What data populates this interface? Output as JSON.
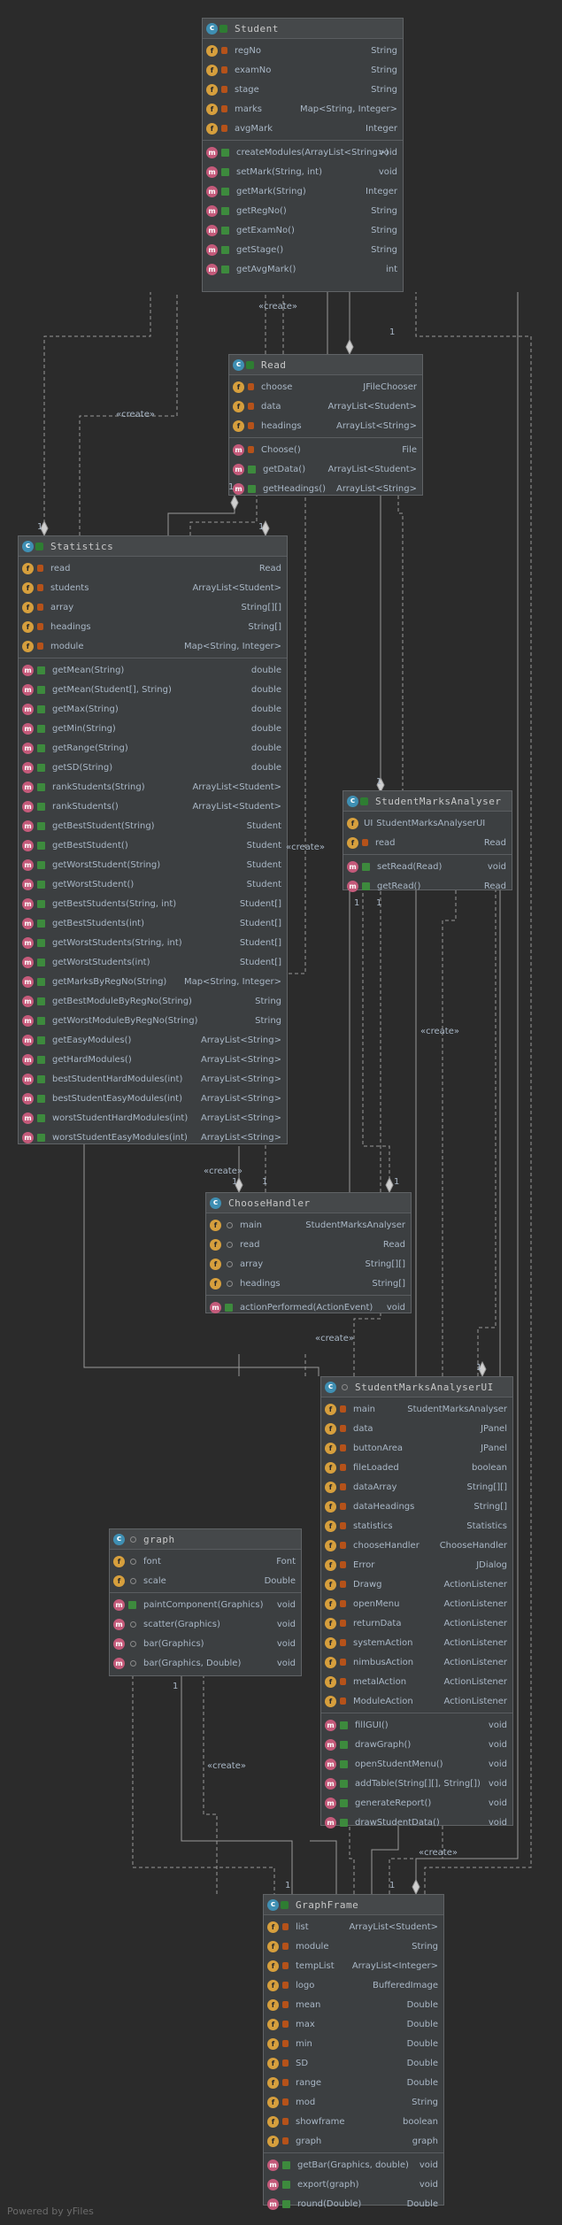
{
  "classes": {
    "student": {
      "name": "Student",
      "fields": [
        {
          "name": "regNo",
          "type": "String"
        },
        {
          "name": "examNo",
          "type": "String"
        },
        {
          "name": "stage",
          "type": "String"
        },
        {
          "name": "marks",
          "type": "Map<String, Integer>"
        },
        {
          "name": "avgMark",
          "type": "Integer"
        }
      ],
      "methods": [
        {
          "name": "createModules(ArrayList<String>)",
          "type": "void"
        },
        {
          "name": "setMark(String, int)",
          "type": "void"
        },
        {
          "name": "getMark(String)",
          "type": "Integer"
        },
        {
          "name": "getRegNo()",
          "type": "String"
        },
        {
          "name": "getExamNo()",
          "type": "String"
        },
        {
          "name": "getStage()",
          "type": "String"
        },
        {
          "name": "getAvgMark()",
          "type": "int"
        }
      ]
    },
    "read": {
      "name": "Read",
      "fields": [
        {
          "name": "choose",
          "type": "JFileChooser"
        },
        {
          "name": "data",
          "type": "ArrayList<Student>"
        },
        {
          "name": "headings",
          "type": "ArrayList<String>"
        }
      ],
      "methods": [
        {
          "name": "Choose()",
          "type": "File"
        },
        {
          "name": "getData()",
          "type": "ArrayList<Student>"
        },
        {
          "name": "getHeadings()",
          "type": "ArrayList<String>"
        }
      ]
    },
    "statistics": {
      "name": "Statistics",
      "fields": [
        {
          "name": "read",
          "type": "Read"
        },
        {
          "name": "students",
          "type": "ArrayList<Student>"
        },
        {
          "name": "array",
          "type": "String[][]"
        },
        {
          "name": "headings",
          "type": "String[]"
        },
        {
          "name": "module",
          "type": "Map<String, Integer>"
        }
      ],
      "methods": [
        {
          "name": "getMean(String)",
          "type": "double"
        },
        {
          "name": "getMean(Student[], String)",
          "type": "double"
        },
        {
          "name": "getMax(String)",
          "type": "double"
        },
        {
          "name": "getMin(String)",
          "type": "double"
        },
        {
          "name": "getRange(String)",
          "type": "double"
        },
        {
          "name": "getSD(String)",
          "type": "double"
        },
        {
          "name": "rankStudents(String)",
          "type": "ArrayList<Student>"
        },
        {
          "name": "rankStudents()",
          "type": "ArrayList<Student>"
        },
        {
          "name": "getBestStudent(String)",
          "type": "Student"
        },
        {
          "name": "getBestStudent()",
          "type": "Student"
        },
        {
          "name": "getWorstStudent(String)",
          "type": "Student"
        },
        {
          "name": "getWorstStudent()",
          "type": "Student"
        },
        {
          "name": "getBestStudents(String, int)",
          "type": "Student[]"
        },
        {
          "name": "getBestStudents(int)",
          "type": "Student[]"
        },
        {
          "name": "getWorstStudents(String, int)",
          "type": "Student[]"
        },
        {
          "name": "getWorstStudents(int)",
          "type": "Student[]"
        },
        {
          "name": "getMarksByRegNo(String)",
          "type": "Map<String, Integer>"
        },
        {
          "name": "getBestModuleByRegNo(String)",
          "type": "String"
        },
        {
          "name": "getWorstModuleByRegNo(String)",
          "type": "String"
        },
        {
          "name": "getEasyModules()",
          "type": "ArrayList<String>"
        },
        {
          "name": "getHardModules()",
          "type": "ArrayList<String>"
        },
        {
          "name": "bestStudentHardModules(int)",
          "type": "ArrayList<String>"
        },
        {
          "name": "bestStudentEasyModules(int)",
          "type": "ArrayList<String>"
        },
        {
          "name": "worstStudentHardModules(int)",
          "type": "ArrayList<String>"
        },
        {
          "name": "worstStudentEasyModules(int)",
          "type": "ArrayList<String>"
        }
      ]
    },
    "analyser": {
      "name": "StudentMarksAnalyser",
      "fields": [
        {
          "name": "UI",
          "type": "StudentMarksAnalyserUI"
        },
        {
          "name": "read",
          "type": "Read"
        }
      ],
      "methods": [
        {
          "name": "setRead(Read)",
          "type": "void"
        },
        {
          "name": "getRead()",
          "type": "Read"
        }
      ]
    },
    "chooseHandler": {
      "name": "ChooseHandler",
      "fields": [
        {
          "name": "main",
          "type": "StudentMarksAnalyser"
        },
        {
          "name": "read",
          "type": "Read"
        },
        {
          "name": "array",
          "type": "String[][]"
        },
        {
          "name": "headings",
          "type": "String[]"
        }
      ],
      "methods": [
        {
          "name": "actionPerformed(ActionEvent)",
          "type": "void"
        }
      ]
    },
    "ui": {
      "name": "StudentMarksAnalyserUI",
      "fields": [
        {
          "name": "main",
          "type": "StudentMarksAnalyser"
        },
        {
          "name": "data",
          "type": "JPanel"
        },
        {
          "name": "buttonArea",
          "type": "JPanel"
        },
        {
          "name": "fileLoaded",
          "type": "boolean"
        },
        {
          "name": "dataArray",
          "type": "String[][]"
        },
        {
          "name": "dataHeadings",
          "type": "String[]"
        },
        {
          "name": "statistics",
          "type": "Statistics"
        },
        {
          "name": "chooseHandler",
          "type": "ChooseHandler"
        },
        {
          "name": "Error",
          "type": "JDialog"
        },
        {
          "name": "Drawg",
          "type": "ActionListener"
        },
        {
          "name": "openMenu",
          "type": "ActionListener"
        },
        {
          "name": "returnData",
          "type": "ActionListener"
        },
        {
          "name": "systemAction",
          "type": "ActionListener"
        },
        {
          "name": "nimbusAction",
          "type": "ActionListener"
        },
        {
          "name": "metalAction",
          "type": "ActionListener"
        },
        {
          "name": "ModuleAction",
          "type": "ActionListener"
        }
      ],
      "methods": [
        {
          "name": "fillGUI()",
          "type": "void"
        },
        {
          "name": "drawGraph()",
          "type": "void"
        },
        {
          "name": "openStudentMenu()",
          "type": "void"
        },
        {
          "name": "addTable(String[][], String[])",
          "type": "void"
        },
        {
          "name": "generateReport()",
          "type": "void"
        },
        {
          "name": "drawStudentData()",
          "type": "void"
        }
      ]
    },
    "graph": {
      "name": "graph",
      "fields": [
        {
          "name": "font",
          "type": "Font"
        },
        {
          "name": "scale",
          "type": "Double"
        }
      ],
      "methods": [
        {
          "name": "paintComponent(Graphics)",
          "type": "void"
        },
        {
          "name": "scatter(Graphics)",
          "type": "void"
        },
        {
          "name": "bar(Graphics)",
          "type": "void"
        },
        {
          "name": "bar(Graphics, Double)",
          "type": "void"
        }
      ]
    },
    "graphFrame": {
      "name": "GraphFrame",
      "fields": [
        {
          "name": "list",
          "type": "ArrayList<Student>"
        },
        {
          "name": "module",
          "type": "String"
        },
        {
          "name": "tempList",
          "type": "ArrayList<Integer>"
        },
        {
          "name": "logo",
          "type": "BufferedImage"
        },
        {
          "name": "mean",
          "type": "Double"
        },
        {
          "name": "max",
          "type": "Double"
        },
        {
          "name": "min",
          "type": "Double"
        },
        {
          "name": "SD",
          "type": "Double"
        },
        {
          "name": "range",
          "type": "Double"
        },
        {
          "name": "mod",
          "type": "String"
        },
        {
          "name": "showframe",
          "type": "boolean"
        },
        {
          "name": "graph",
          "type": "graph"
        }
      ],
      "methods": [
        {
          "name": "getBar(Graphics, double)",
          "type": "void"
        },
        {
          "name": "export(graph)",
          "type": "void"
        },
        {
          "name": "round(Double)",
          "type": "Double"
        }
      ]
    }
  },
  "labels": {
    "create": "«create»",
    "one": "1"
  },
  "footer": "Powered by yFiles"
}
